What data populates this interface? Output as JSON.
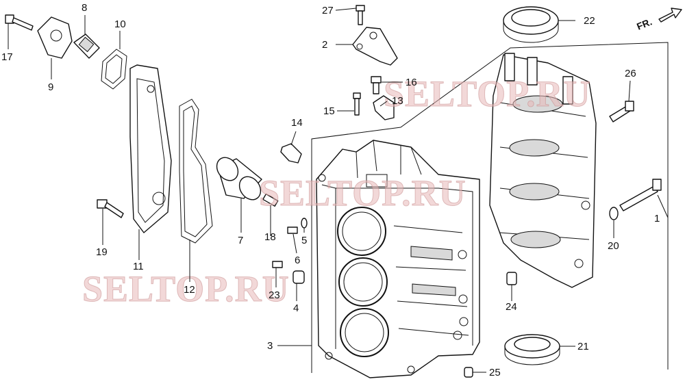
{
  "diagram": {
    "watermark_text": "SELTOP.RU",
    "direction_marker": "FR.",
    "part_numbers": [
      "1",
      "2",
      "3",
      "4",
      "5",
      "6",
      "7",
      "8",
      "9",
      "10",
      "11",
      "12",
      "13",
      "14",
      "15",
      "16",
      "17",
      "18",
      "19",
      "20",
      "21",
      "22",
      "23",
      "24",
      "25",
      "26",
      "27"
    ]
  }
}
